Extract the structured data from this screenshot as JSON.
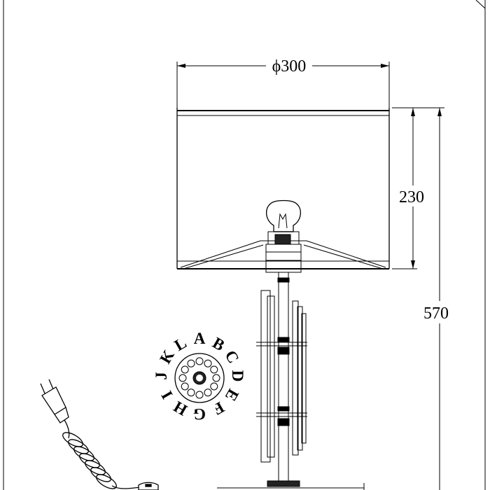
{
  "dimensions": {
    "shade_diameter": "ϕ300",
    "shade_height": "230",
    "total_height": "570"
  },
  "assembly_ring": {
    "letters": [
      "A",
      "B",
      "C",
      "D",
      "E",
      "F",
      "G",
      "H",
      "I",
      "J",
      "K",
      "L"
    ]
  }
}
